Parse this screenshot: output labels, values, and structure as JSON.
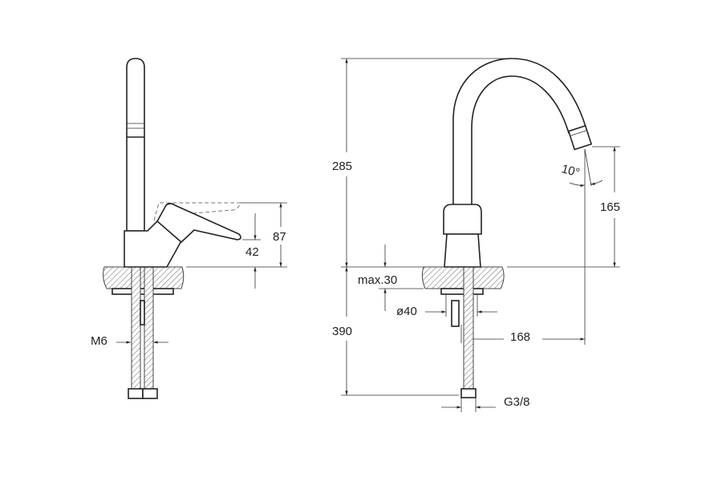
{
  "side_view": {
    "dimensions": {
      "handle_height": "87",
      "handle_lever_height": "42",
      "thread": "M6"
    }
  },
  "front_view": {
    "dimensions": {
      "total_height": "285",
      "hose_length": "390",
      "spout_height": "165",
      "spout_angle": "10°",
      "counter_thickness": "max.30",
      "hole_diameter": "ø40",
      "spout_reach": "168",
      "connection_thread": "G3/8"
    }
  }
}
